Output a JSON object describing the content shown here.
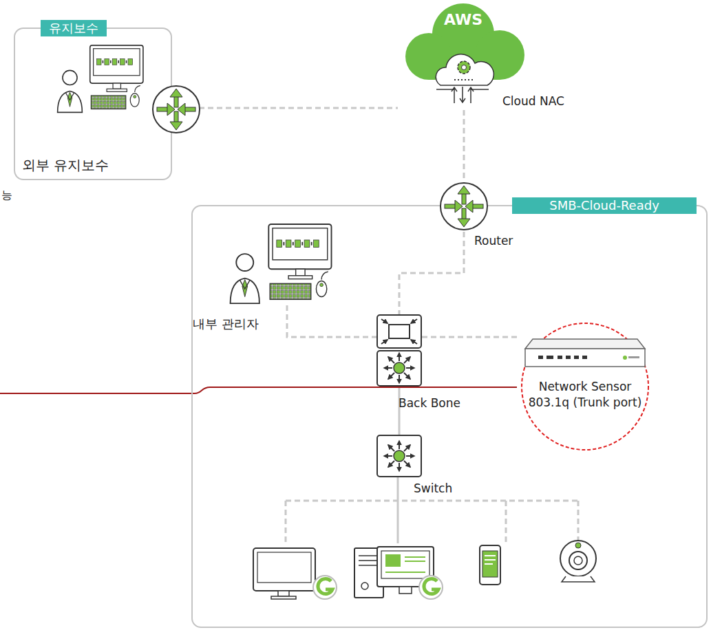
{
  "diagram": {
    "nodes": [
      {
        "text": [
          "유지보수",
          "외부 유지보수"
        ]
      },
      {
        "text": [
          "AWS",
          "Cloud NAC"
        ]
      },
      {
        "text": [
          "SMB-Cloud-Ready"
        ]
      },
      {
        "text": [
          "Router"
        ],
        "in": 2
      },
      {
        "text": [
          "내부 관리자"
        ],
        "in": 2
      },
      {
        "text": [
          "Back Bone"
        ],
        "in": 2
      },
      {
        "text": [
          "Network Sensor 803.1q (Trunk port)"
        ],
        "in": 2
      },
      {
        "text": [
          "Switch"
        ],
        "in": 2
      }
    ],
    "edges": [
      {
        "from": 0,
        "to": 1,
        "arrow": "none"
      },
      {
        "from": 1,
        "to": 3,
        "arrow": "none"
      },
      {
        "from": 3,
        "to": 5,
        "arrow": "none"
      },
      {
        "from": 4,
        "to": 5,
        "arrow": "none"
      },
      {
        "from": 5,
        "to": 6,
        "arrow": "none"
      },
      {
        "from": 5,
        "to": 7,
        "arrow": "none"
      }
    ],
    "labels": [
      "능"
    ]
  }
}
